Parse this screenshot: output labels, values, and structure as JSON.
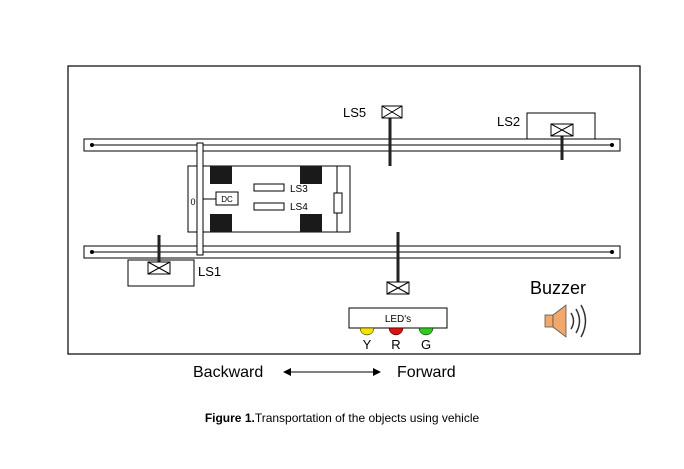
{
  "labels": {
    "ls1": "LS1",
    "ls2": "LS2",
    "ls3": "LS3",
    "ls4": "LS4",
    "ls5": "LS5",
    "dc": "DC",
    "zero": "0",
    "leds": "LED's",
    "y": "Y",
    "r": "R",
    "g": "G",
    "buzzer": "Buzzer",
    "backward": "Backward",
    "forward": "Forward"
  },
  "caption": {
    "prefix": "Figure 1.",
    "text": "Transportation of the objects using vehicle"
  },
  "colors": {
    "led_yellow": "#f2e600",
    "led_red": "#e01010",
    "led_green": "#2ecc1e",
    "speaker": "#f3a86b"
  },
  "icons": [
    "speaker-icon",
    "limit-switch-icon",
    "double-arrow-icon"
  ]
}
